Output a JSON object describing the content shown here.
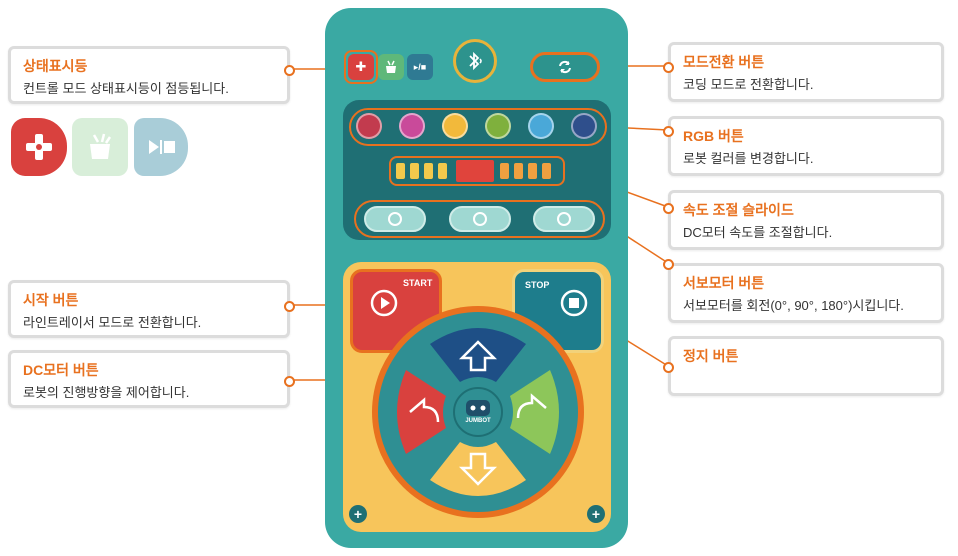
{
  "callouts": {
    "status_light": {
      "title": "상태표시등",
      "desc": "컨트롤 모드 상태표시등이 점등됩니다."
    },
    "mode_switch": {
      "title": "모드전환 버튼",
      "desc": "코딩 모드로 전환합니다."
    },
    "rgb": {
      "title": "RGB 버튼",
      "desc": "로봇 컬러를 변경합니다."
    },
    "speed": {
      "title": "속도 조절 슬라이드",
      "desc": "DC모터 속도를 조절합니다."
    },
    "servo": {
      "title": "서보모터 버튼",
      "desc": "서보모터를 회전(0°, 90°, 180°)시킵니다."
    },
    "start": {
      "title": "시작 버튼",
      "desc": "라인트레이서 모드로 전환합니다."
    },
    "dc_motor": {
      "title": "DC모터 버튼",
      "desc": "로봇의 진행방향을 제어합니다."
    },
    "stop": {
      "title": "정지 버튼"
    }
  },
  "controller": {
    "start_label": "START",
    "stop_label": "STOP",
    "logo_text": "JUMBOT"
  },
  "colors": {
    "accent": "#e8711f",
    "panel": "#3aa9a3",
    "rgb_buttons": [
      "#c23b4e",
      "#c94a9a",
      "#f2b93b",
      "#7fb03d",
      "#4aa8d8",
      "#2f4f8c"
    ],
    "speed_segments": [
      "#f2c94c",
      "#f2c94c",
      "#f2c94c",
      "#f2c94c",
      "#e0443c",
      "#f0a040",
      "#f0a040",
      "#f0a040",
      "#f0a040"
    ]
  }
}
